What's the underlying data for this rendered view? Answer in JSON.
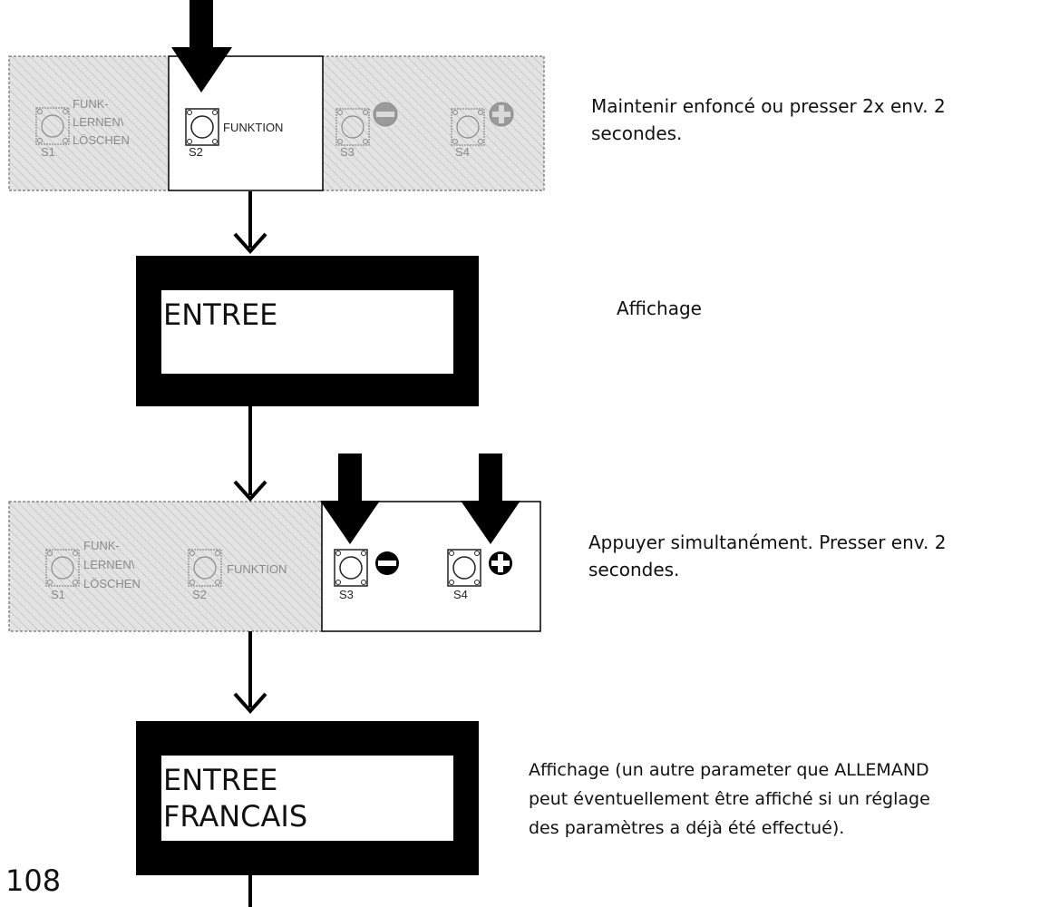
{
  "panel_top": {
    "s1": {
      "id": "S1",
      "line1": "FUNK-",
      "line2": "LERNEN\\",
      "line3": "LÖSCHEN"
    },
    "s2": {
      "id": "S2",
      "label": "FUNKTION"
    },
    "s3": {
      "id": "S3"
    },
    "s4": {
      "id": "S4"
    }
  },
  "display_1": {
    "line1": "ENTREE",
    "line2": ""
  },
  "panel_bottom": {
    "s1": {
      "id": "S1",
      "line1": "FUNK-",
      "line2": "LERNEN\\",
      "line3": "LÖSCHEN"
    },
    "s2": {
      "id": "S2",
      "label": "FUNKTION"
    },
    "s3": {
      "id": "S3"
    },
    "s4": {
      "id": "S4"
    }
  },
  "display_2": {
    "line1": "ENTREE",
    "line2": "FRANCAIS"
  },
  "descriptions": {
    "step1": [
      "Maintenir enfoncé ou presser 2x env. 2",
      "secondes."
    ],
    "step2": [
      "Affichage"
    ],
    "step3": [
      "Appuyer simultanément. Presser env. 2",
      "secondes."
    ],
    "step4": [
      "Affichage (un autre parameter que ALLEMAND",
      "peut éventuellement être affiché si un réglage",
      "des paramètres a déjà été effectué)."
    ]
  },
  "page_number": "108",
  "colors": {
    "hatch_background": "#e3e3e3",
    "hatch_line": "#b9b9b9",
    "display_frame": "#000000"
  }
}
